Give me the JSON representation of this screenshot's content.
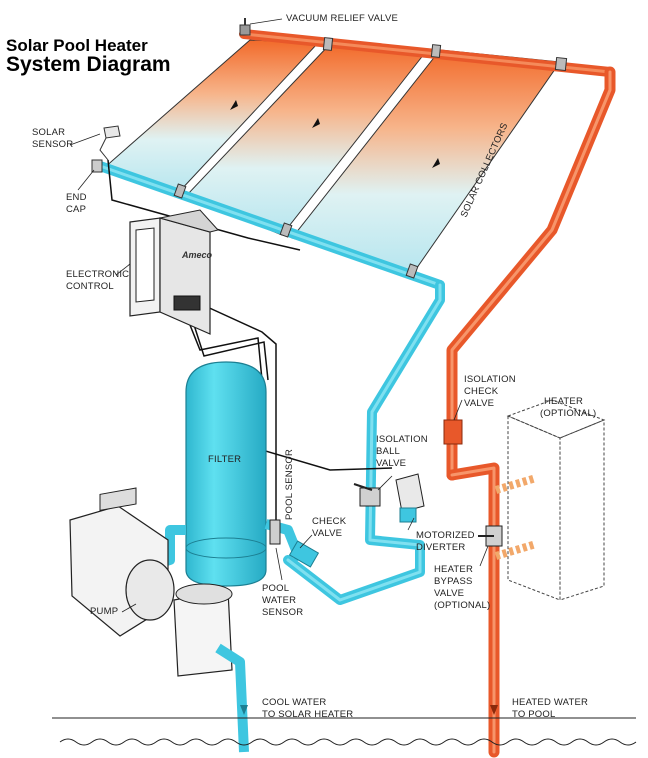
{
  "title": {
    "line1": "Solar Pool Heater",
    "line2": "System Diagram"
  },
  "labels": {
    "vacuum_relief_valve": "VACUUM RELIEF VALVE",
    "solar_sensor_1": "SOLAR",
    "solar_sensor_2": "SENSOR",
    "end_cap_1": "END",
    "end_cap_2": "CAP",
    "electronic_control_1": "ELECTRONIC",
    "electronic_control_2": "CONTROL",
    "control_brand": "Ameco",
    "solar_collectors": "SOLAR COLLECTORS",
    "isolation_check_valve_1": "ISOLATION",
    "isolation_check_valve_2": "CHECK",
    "isolation_check_valve_3": "VALVE",
    "heater_1": "HEATER",
    "heater_2": "(OPTIONAL)",
    "isolation_ball_valve_1": "ISOLATION",
    "isolation_ball_valve_2": "BALL",
    "isolation_ball_valve_3": "VALVE",
    "filter": "FILTER",
    "pool_sensor": "POOL SENSOR",
    "check_valve_1": "CHECK",
    "check_valve_2": "VALVE",
    "motorized_diverter_1": "MOTORIZED",
    "motorized_diverter_2": "DIVERTER",
    "heater_bypass_valve_1": "HEATER",
    "heater_bypass_valve_2": "BYPASS",
    "heater_bypass_valve_3": "VALVE",
    "heater_bypass_valve_4": "(OPTIONAL)",
    "pool_water_sensor_1": "POOL",
    "pool_water_sensor_2": "WATER",
    "pool_water_sensor_3": "SENSOR",
    "pump": "PUMP",
    "cool_water_1": "COOL WATER",
    "cool_water_2": "TO SOLAR HEATER",
    "heated_water_1": "HEATED WATER",
    "heated_water_2": "TO POOL"
  },
  "colors": {
    "cool_pipe": "#3ec6e0",
    "hot_pipe": "#e8582a",
    "filter": "#3fd0e6",
    "panel_top": "#f26a2a",
    "panel_bottom": "#c9ecf2"
  }
}
